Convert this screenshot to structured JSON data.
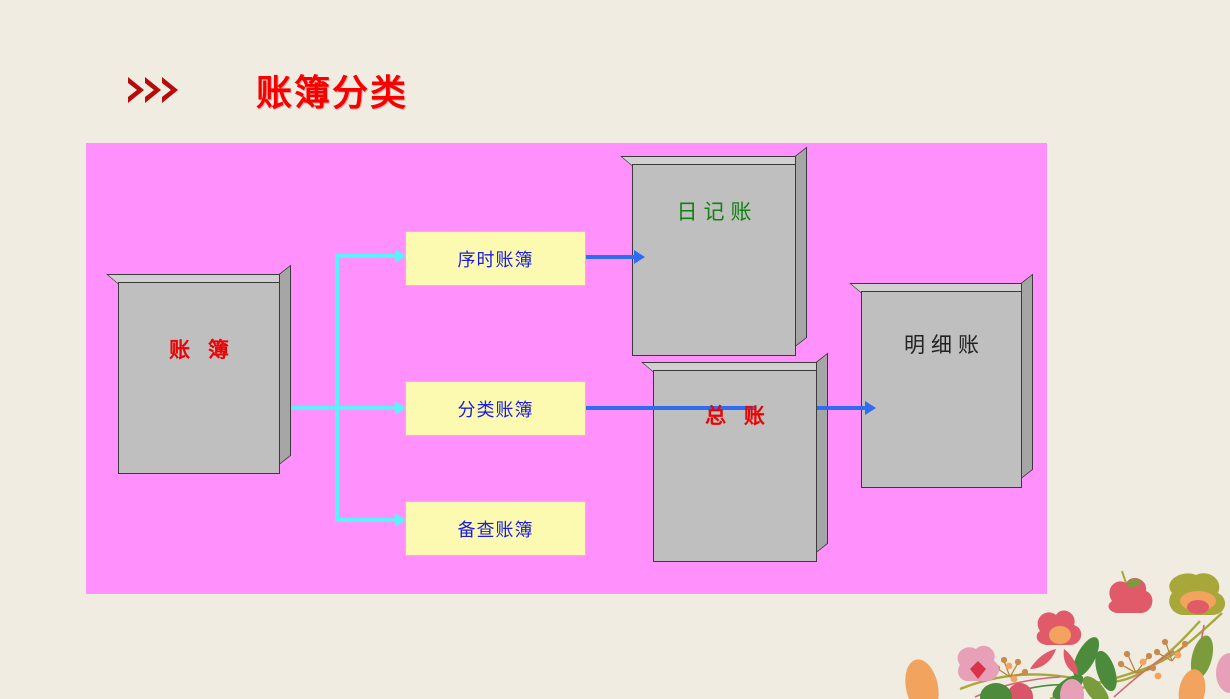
{
  "slide": {
    "background_color": "#f0ece1",
    "title": "账簿分类",
    "title_color": "#f90000",
    "chevron_icon": "double-chevron-right-icon",
    "chevron_color": "#b60b0b"
  },
  "diagram": {
    "panel_color": "#ff90fc",
    "root_book": {
      "label": "账 簿",
      "text_color": "#e90505",
      "shape": "book-3d",
      "fill": "#bfbfbf"
    },
    "categories": [
      {
        "label": "序时账簿",
        "text_color": "#1d1de0",
        "fill": "#fcfab0",
        "border": "#5bf5f5"
      },
      {
        "label": "分类账簿",
        "text_color": "#1d1de0",
        "fill": "#fcfab0",
        "border": "#5bf5f5"
      },
      {
        "label": "备查账簿",
        "text_color": "#1d1de0",
        "fill": "#fcfab0",
        "border": "#5bf5f5"
      }
    ],
    "result_books": [
      {
        "label": "日记账",
        "text_color": "#128112",
        "shape": "book-3d",
        "fill": "#bfbfbf"
      },
      {
        "label": "总 账",
        "text_color": "#e90505",
        "shape": "book-3d",
        "fill": "#bfbfbf"
      },
      {
        "label": "明细账",
        "text_color": "#222222",
        "shape": "book-3d",
        "fill": "#bfbfbf"
      }
    ],
    "connectors": {
      "branch_color": "#58f3f8",
      "flow_color": "#2e6df0",
      "branch_icon": "branch-arrow-icon",
      "flow_icon": "arrow-right-icon"
    }
  },
  "decoration": {
    "name": "floral-corner-ornament",
    "colors": [
      "#e05a6a",
      "#f2a35e",
      "#4b8b3b",
      "#a8a83a",
      "#e8a0b8"
    ]
  }
}
